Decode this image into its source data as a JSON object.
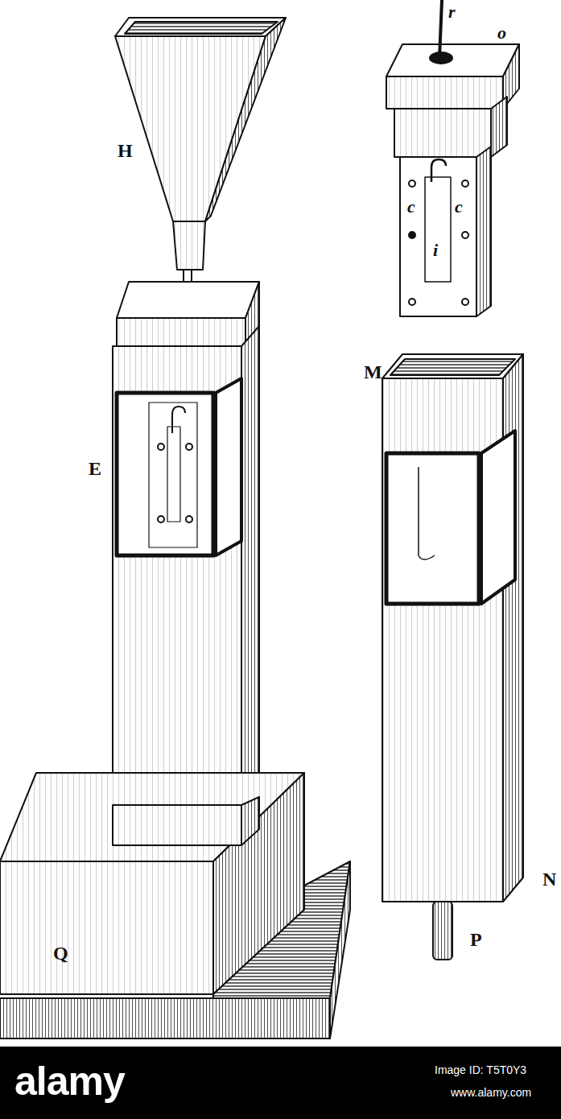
{
  "diagram": {
    "labels": [
      "H",
      "E",
      "Q",
      "M",
      "N",
      "P",
      "r",
      "o",
      "c",
      "c",
      "i",
      "alamy",
      "Image ID: T5T0Y3",
      "www.alamy.com"
    ]
  }
}
